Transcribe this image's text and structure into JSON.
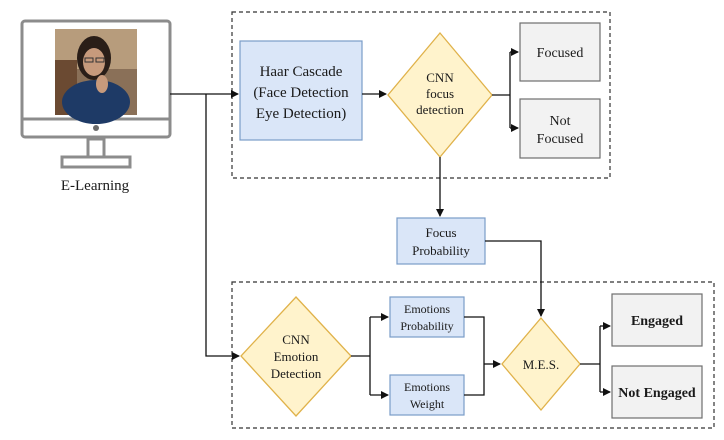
{
  "diagram": {
    "monitor_label": "E-Learning",
    "haar_lines": [
      "Haar Cascade",
      "(Face Detection",
      "Eye Detection)"
    ],
    "cnn_focus_lines": [
      "CNN",
      "focus",
      "detection"
    ],
    "focused": "Focused",
    "not_focused_lines": [
      "Not",
      "Focused"
    ],
    "focus_prob_lines": [
      "Focus",
      "Probability"
    ],
    "cnn_emotion_lines": [
      "CNN",
      "Emotion",
      "Detection"
    ],
    "emotions_prob_lines": [
      "Emotions",
      "Probability"
    ],
    "emotions_weight_lines": [
      "Emotions",
      "Weight"
    ],
    "mes": "M.E.S.",
    "engaged": "Engaged",
    "not_engaged": "Not Engaged"
  },
  "colors": {
    "process_fill": "#dae6f8",
    "process_stroke": "#7a9cc8",
    "decision_fill": "#fff3cc",
    "decision_stroke": "#e0b24a",
    "output_fill": "#f2f2f2",
    "output_stroke": "#6e6e6e"
  },
  "icons": {
    "monitor": "desktop-monitor-with-webcam-user-icon"
  }
}
